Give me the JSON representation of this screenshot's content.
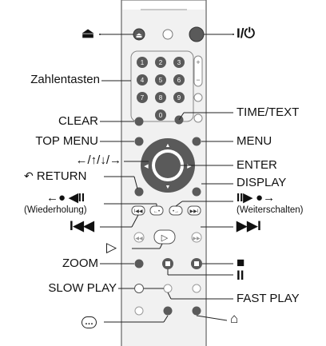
{
  "labels": {
    "eject": "⏏",
    "power": "I/⏻",
    "number_keys": "Zahlentasten",
    "time_text": "TIME/TEXT",
    "clear": "CLEAR",
    "top_menu": "TOP MENU",
    "menu": "MENU",
    "arrows": "←/↑/↓/→",
    "enter": "ENTER",
    "return": "RETURN",
    "display": "DISPLAY",
    "replay_symbol": "←● ◀II",
    "replay_text": "(Wiederholung)",
    "advance_symbol": "II▶ ●→",
    "advance_text": "(Weiterschalten)",
    "prev": "I◀◀",
    "next": "▶▶I",
    "play": "▷",
    "zoom": "ZOOM",
    "stop": "■",
    "pause": "II",
    "slow_play": "SLOW PLAY",
    "fast_play": "FAST PLAY",
    "subtitle": "…",
    "angle": "⌂"
  },
  "remote": {
    "number_buttons": [
      "1",
      "2",
      "3",
      "4",
      "5",
      "6",
      "7",
      "8",
      "9",
      "0"
    ]
  },
  "colors": {
    "remote_body": "#ececec",
    "button_dark": "#5a5a5a",
    "button_light": "#ffffff",
    "outline": "#777777",
    "leader": "#222222"
  }
}
